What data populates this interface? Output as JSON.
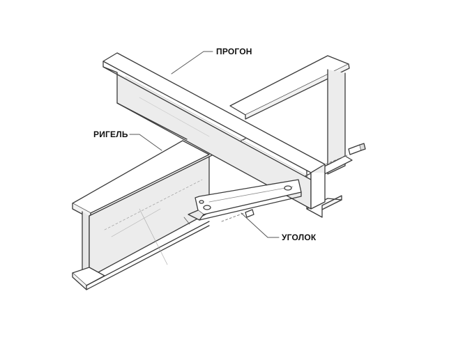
{
  "labels": {
    "purlin": "ПРОГОН",
    "girder": "РИГЕЛЬ",
    "angle": "УГОЛОК"
  },
  "colors": {
    "ink": "#3a3a3a",
    "paper": "#ffffff",
    "shade": "#ececec",
    "shade_dark": "#dcdcdc"
  }
}
